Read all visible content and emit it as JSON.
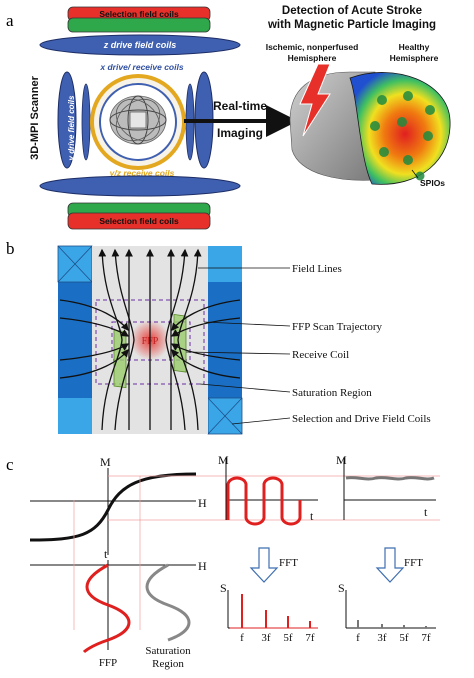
{
  "panel_a": {
    "label": "a",
    "top_selection_coil": "Selection field coils",
    "bottom_selection_coil": "Selection field coils",
    "z_drive": "z drive field coils",
    "x_drive": "x drive/ receive coils",
    "y_drive": "y drive field coils",
    "yz_receive": "y/z receive coils",
    "scanner": "3D-MPI Scanner",
    "realtime_line1": "Real-time",
    "realtime_line2": "Imaging",
    "title_line1": "Detection of Acute Stroke",
    "title_line2": "with Magnetic Particle Imaging",
    "ischemic_line1": "Ischemic, nonperfused",
    "ischemic_line2": "Hemisphere",
    "healthy_line1": "Healthy",
    "healthy_line2": "Hemisphere",
    "spios": "SPIOs",
    "colors": {
      "selection_red": "#e8302a",
      "selection_green": "#2ea84a",
      "drive_blue": "#3f5fb0",
      "receive_gold": "#e3a820"
    }
  },
  "panel_b": {
    "label": "b",
    "ffp": "FFP",
    "field_lines": "Field Lines",
    "ffp_trajectory": "FFP Scan Trajectory",
    "receive_coil": "Receive Coil",
    "saturation_region": "Saturation Region",
    "selection_drive": "Selection and Drive Field Coils"
  },
  "panel_c": {
    "label": "c",
    "m_main": "M",
    "h_main": "H",
    "t_main": "t",
    "h_lower": "H",
    "m_mid": "M",
    "t_mid": "t",
    "m_right": "M",
    "t_right": "t",
    "fft_mid": "FFT",
    "fft_right": "FFT",
    "s_mid": "S",
    "s_right": "S",
    "ffp_label": "FFP",
    "saturation_line1": "Saturation",
    "saturation_line2": "Region",
    "harmonics_mid": [
      "f",
      "3f",
      "5f",
      "7f"
    ],
    "harmonics_right": [
      "f",
      "3f",
      "5f",
      "7f"
    ]
  }
}
